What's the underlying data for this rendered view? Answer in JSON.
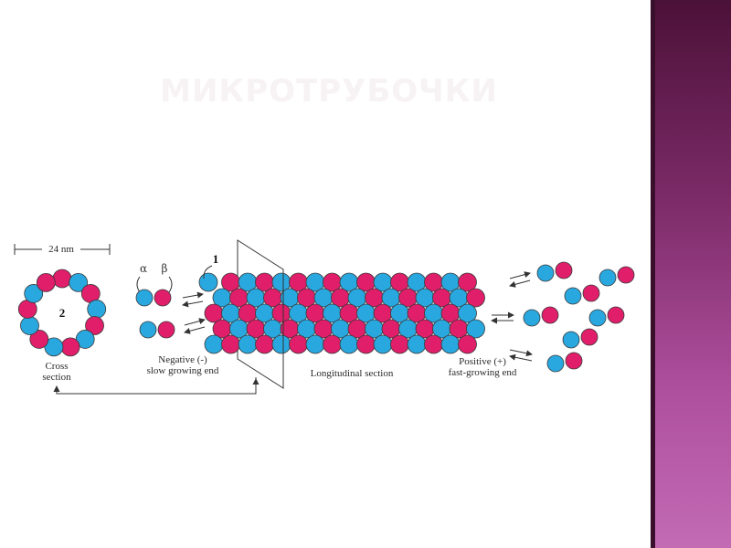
{
  "slide": {
    "title": "МИКРОТРУБОЧКИ"
  },
  "colors": {
    "alpha_tubulin": "#29a7df",
    "beta_tubulin": "#e01e6a",
    "outline": "#3a3a3a",
    "deco_bar_top": "#4c1138",
    "deco_bar_bottom": "#c36bb5"
  },
  "diagram": {
    "dimension_label": "24 nm",
    "marker_1": "1",
    "marker_2": "2",
    "alpha_label": "α",
    "beta_label": "β",
    "cross_section_line1": "Cross",
    "cross_section_line2": "section",
    "negative_line1": "Negative (-)",
    "negative_line2": "slow growing end",
    "longitudinal_label": "Longitudinal section",
    "positive_line1": "Positive (+)",
    "positive_line2": "fast-growing end"
  }
}
